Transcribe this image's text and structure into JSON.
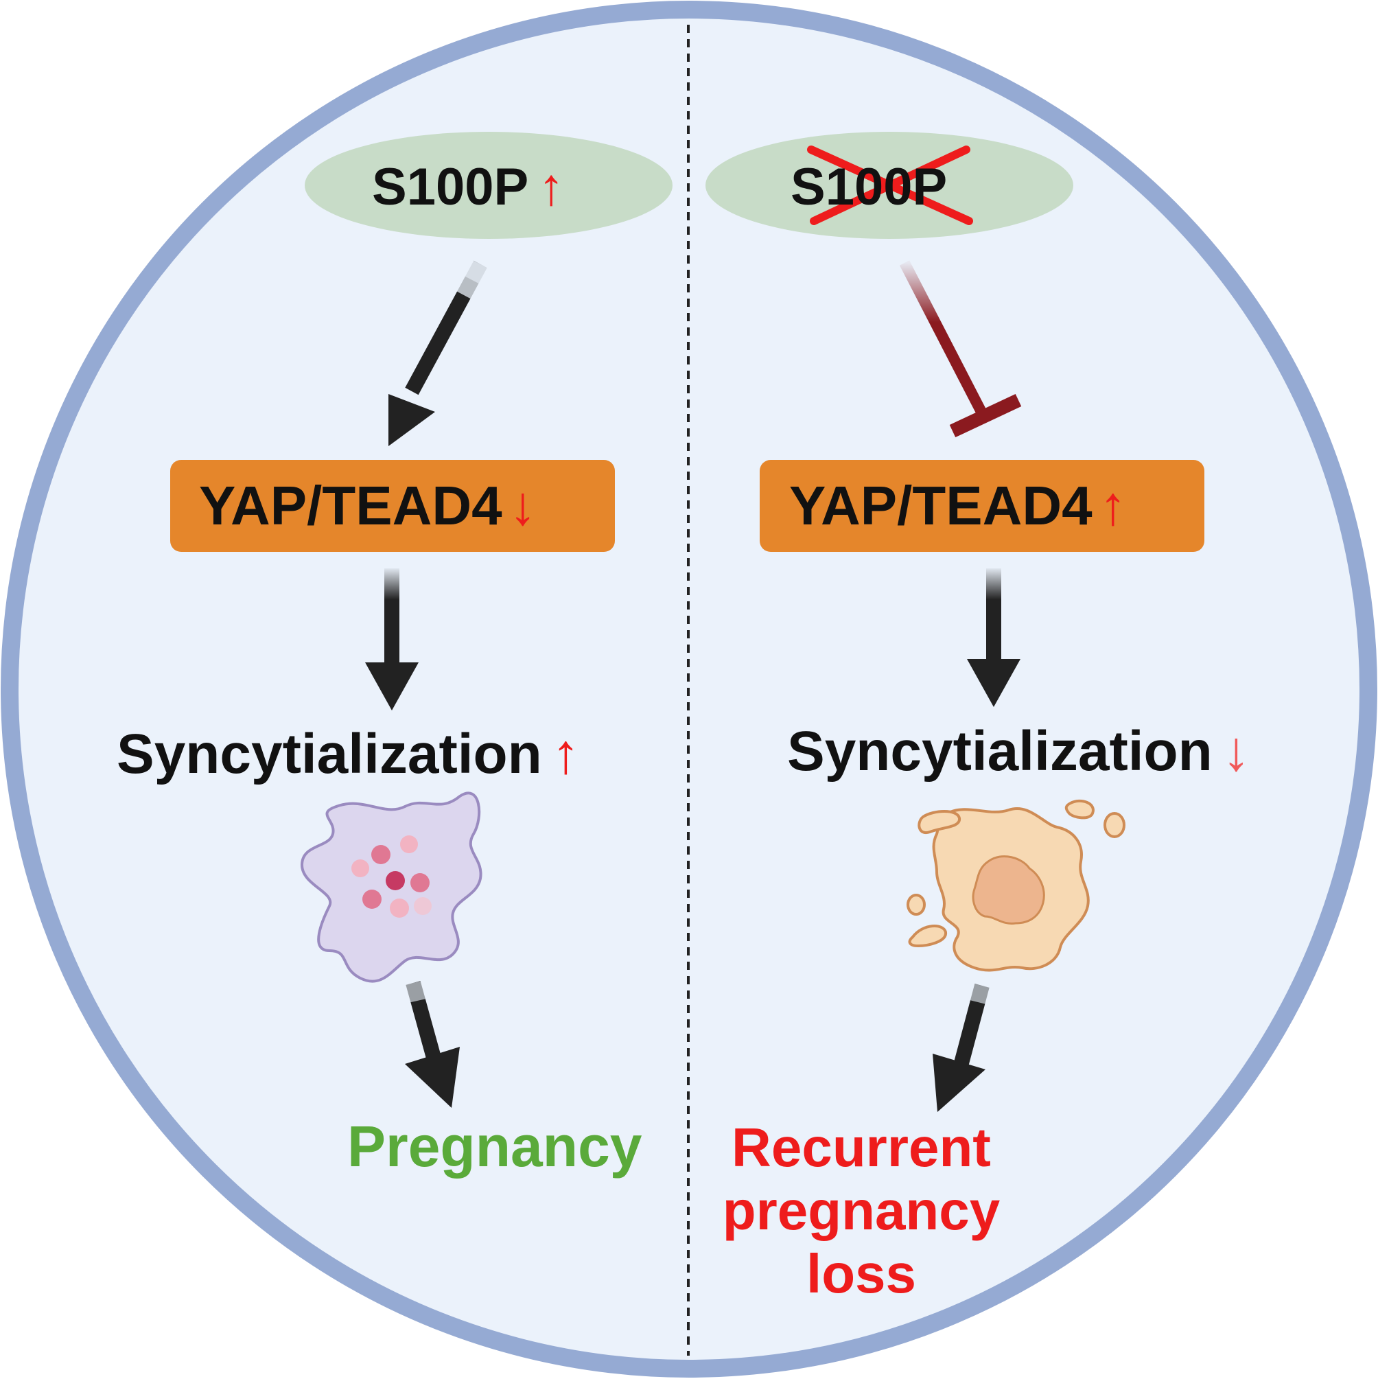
{
  "colors": {
    "circle_fill": "#ebf2fb",
    "circle_border": "#95aad3",
    "ellipse_fill": "#c8dcc8",
    "box_fill": "#e5862b",
    "arrow_dark": "#222222",
    "inhibit_dark_red": "#8b1a1f",
    "up_arrow_red": "#ee1c1c",
    "down_arrow_light_red": "#f05a5a",
    "outcome_green": "#5aaa3a",
    "outcome_red": "#ee1c1c",
    "cell_purple": "#dcd6ee",
    "cell_tan": "#f7d9b3"
  },
  "left": {
    "gene_label": "S100P",
    "gene_change": "↑",
    "pathway_label": "YAP/TEAD4",
    "pathway_change": "↓",
    "process_label": "Syncytialization",
    "process_change": "↑",
    "outcome_label": "Pregnancy"
  },
  "right": {
    "gene_label": "S100P",
    "pathway_label": "YAP/TEAD4",
    "pathway_change": "↑",
    "process_label": "Syncytialization",
    "process_change": "↓",
    "outcome_lines": [
      "Recurrent",
      "pregnancy",
      "loss"
    ]
  },
  "icons": {
    "left_cell": "syncytiotrophoblast-cell-icon",
    "right_cell": "disrupted-cell-icon",
    "knockout_mark": "red-x-icon"
  }
}
